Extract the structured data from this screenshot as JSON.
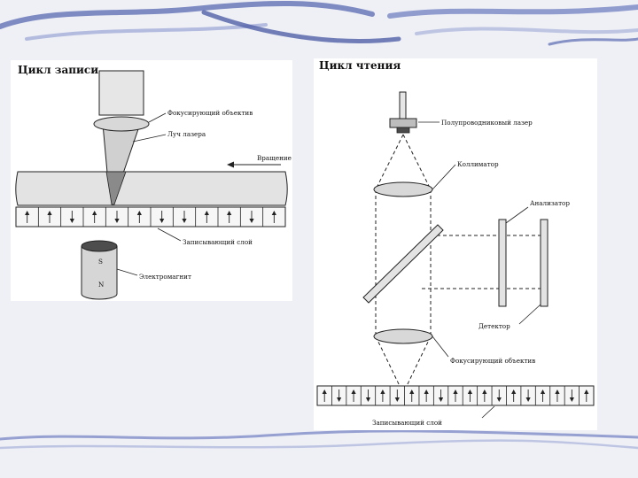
{
  "write_cycle": {
    "title": "Цикл записи",
    "focusing_lens": "Фокусирующий объектив",
    "laser_beam": "Луч лазера",
    "rotation": "Вращение",
    "recording_layer": "Записывающий слой",
    "electromagnet": "Электромагнит",
    "pole_s": "S",
    "pole_n": "N"
  },
  "read_cycle": {
    "title": "Цикл чтения",
    "semiconductor_laser": "Полупроводниковый лазер",
    "collimator": "Коллиматор",
    "analyzer": "Анализатор",
    "detector": "Детектор",
    "focusing_lens": "Фокусирующий объектив",
    "recording_layer": "Записывающий слой"
  },
  "colors": {
    "background": "#eef0f6",
    "stroke": "#222222",
    "lens_fill": "#d8d8d8",
    "beam_fill": "#cfcfcf",
    "cone_tip_fill": "#8a8a8a",
    "disc_fill": "#e3e3e3",
    "decoration_blue": "#6a78b8"
  },
  "write_domains": [
    "up",
    "up",
    "down",
    "up",
    "down",
    "up",
    "down",
    "down",
    "up",
    "up",
    "down",
    "up"
  ],
  "read_domains": [
    "up",
    "down",
    "up",
    "down",
    "up",
    "down",
    "up",
    "up",
    "down",
    "up",
    "up",
    "up",
    "down",
    "up",
    "down",
    "up",
    "up",
    "down",
    "up"
  ]
}
